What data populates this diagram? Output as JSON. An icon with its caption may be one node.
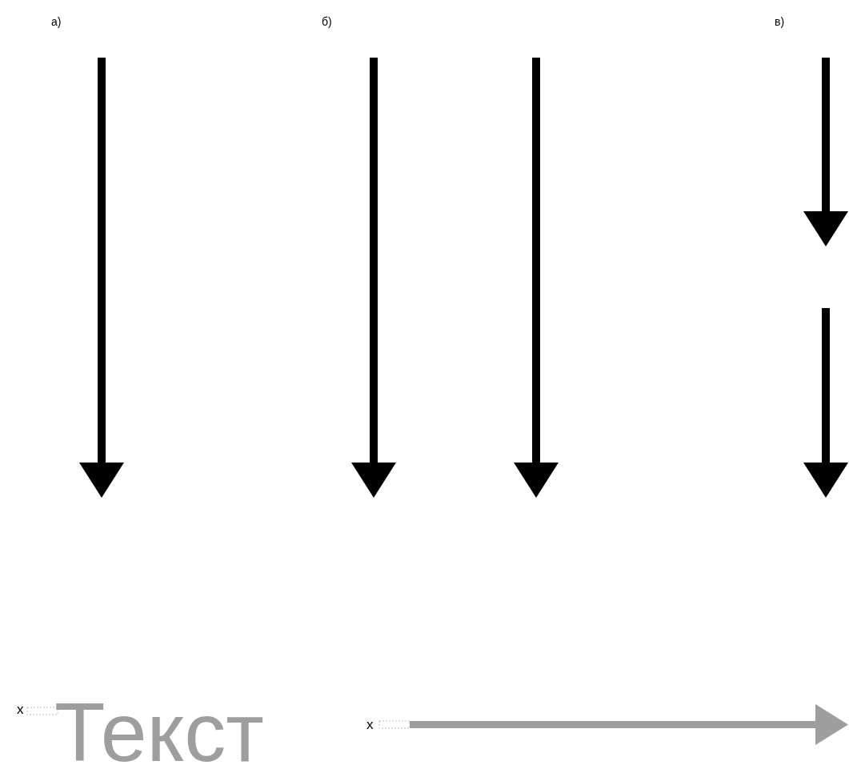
{
  "diagram": {
    "labels": [
      "а)",
      "б)",
      "в)",
      "x",
      "Текст",
      "x"
    ]
  }
}
